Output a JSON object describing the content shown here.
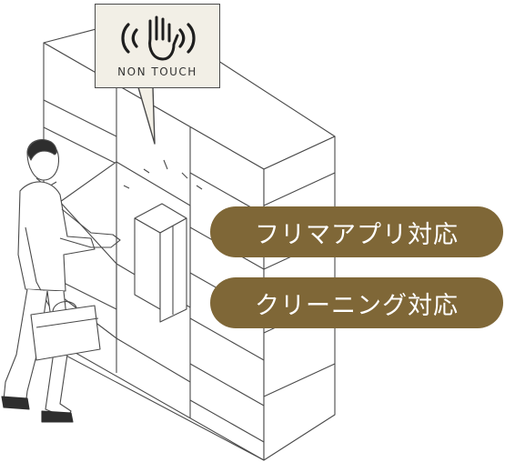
{
  "callout": {
    "label": "NON TOUCH",
    "icon": "hand-wave-icon"
  },
  "features": [
    {
      "label": "フリマアプリ対応"
    },
    {
      "label": "クリーニング対応"
    }
  ],
  "colors": {
    "pill": "#7f6737",
    "callout_bg": "#f2efe6",
    "line": "#4a4a4a",
    "text_on_pill": "#ffffff"
  }
}
